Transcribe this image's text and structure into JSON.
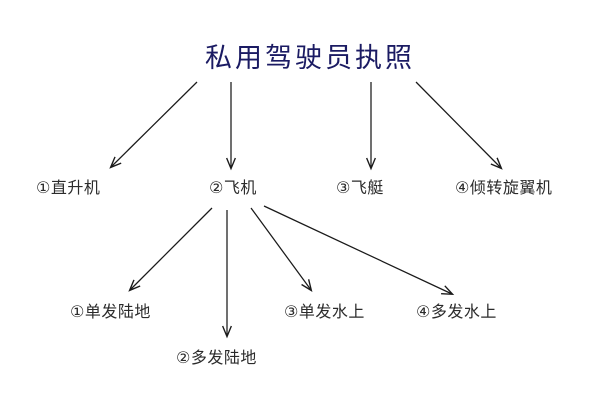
{
  "diagram": {
    "type": "tree",
    "background_color": "#ffffff",
    "title_color": "#1b1b63",
    "label_color": "#2b2b2b",
    "arrow_color": "#1a1a1a",
    "root": {
      "label": "私用驾驶员执照"
    },
    "level2": [
      {
        "label": "①直升机"
      },
      {
        "label": "②飞机"
      },
      {
        "label": "③飞艇"
      },
      {
        "label": "④倾转旋翼机"
      }
    ],
    "level3": [
      {
        "label": "①单发陆地"
      },
      {
        "label": "②多发陆地"
      },
      {
        "label": "③单发水上"
      },
      {
        "label": "④多发水上"
      }
    ]
  }
}
